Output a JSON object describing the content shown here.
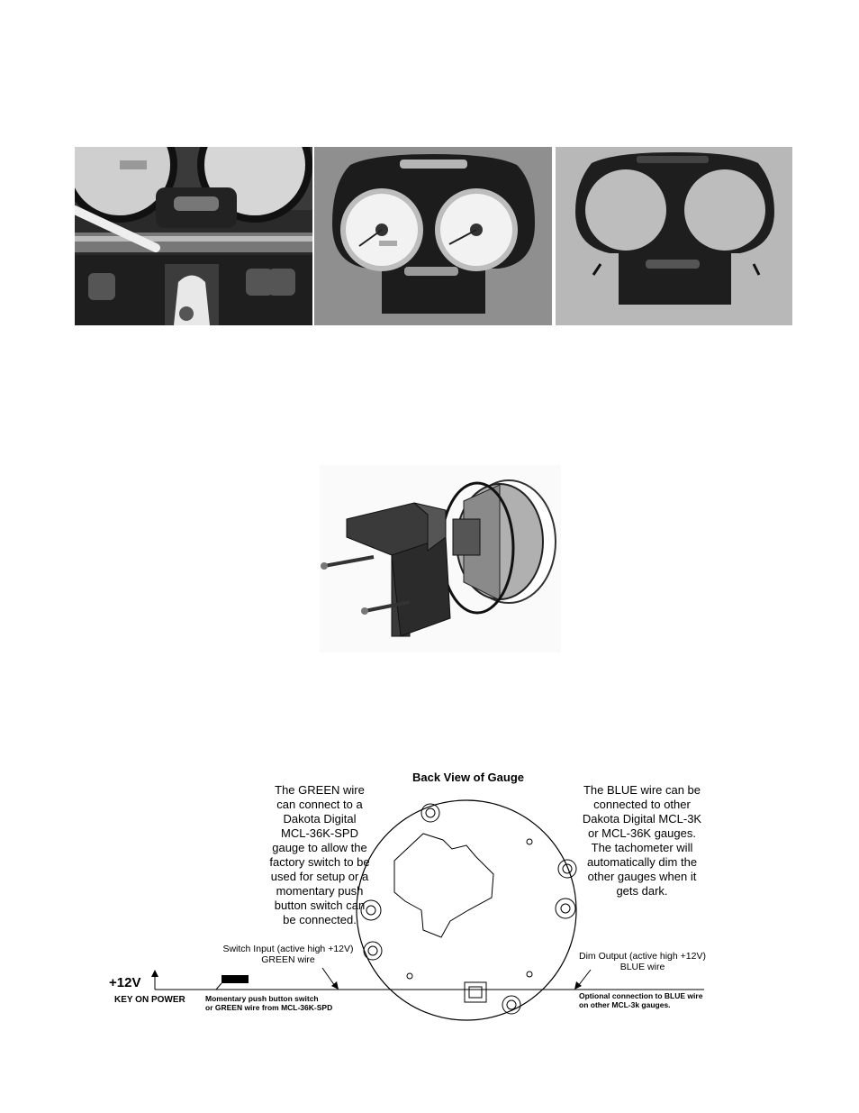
{
  "photos": {
    "photo_1": "dash-installed-photo",
    "photo_2": "gauge-housing-photo",
    "photo_3": "empty-bezel-photo",
    "exploded": "exploded-gauge-mount-drawing"
  },
  "diagram": {
    "title": "Back View of Gauge",
    "green_text": [
      "The GREEN wire",
      "can connect to a",
      "Dakota Digital",
      "MCL-36K-SPD",
      "gauge to allow the",
      "factory switch to be",
      "used for setup or a",
      "momentary push",
      "button switch can",
      "be connected."
    ],
    "blue_text": [
      "The BLUE wire can be",
      "connected to other",
      "Dakota Digital MCL-3K",
      "or MCL-36K gauges.",
      "The tachometer will",
      "automatically dim the",
      "other gauges when it",
      "gets dark."
    ],
    "switch_input": [
      "Switch Input (active high +12V)",
      "GREEN wire"
    ],
    "dim_output": [
      "Dim Output (active high +12V)",
      "BLUE wire"
    ],
    "power_label": "+12V",
    "key_on": "KEY ON POWER",
    "momentary": [
      "Momentary push button switch",
      "or GREEN wire from MCL-36K-SPD"
    ],
    "optional": [
      "Optional connection to BLUE wire",
      "on other MCL-3k gauges."
    ]
  }
}
